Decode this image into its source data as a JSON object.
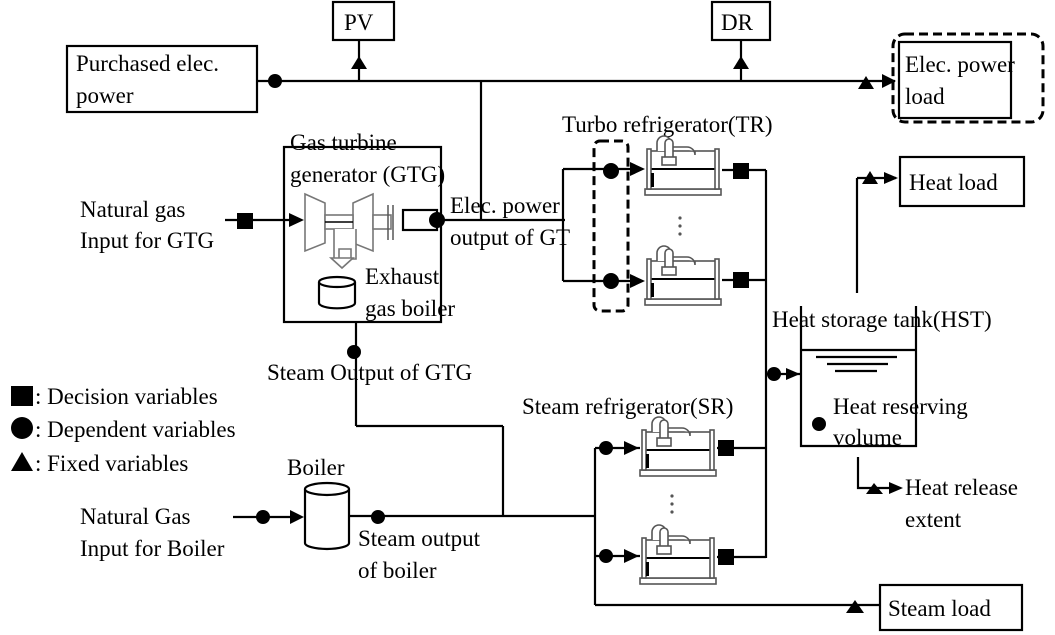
{
  "diagram": {
    "nodes": {
      "pv": "PV",
      "dr": "DR",
      "purchased_line1": "Purchased elec.",
      "purchased_line2": "power",
      "elec_load_line1": "Elec. power",
      "elec_load_line2": "load",
      "gtg_line1": "Gas turbine",
      "gtg_line2": "generator (GTG)",
      "ng_gtg_line1": "Natural gas",
      "ng_gtg_line2": "Input for GTG",
      "elec_out_line1": "Elec. power",
      "elec_out_line2": "output of GT",
      "exhaust_line1": "Exhaust",
      "exhaust_line2": "gas boiler",
      "turbo": "Turbo refrigerator(TR)",
      "heat_load": "Heat load",
      "hst": "Heat storage tank(HST)",
      "heat_res_line1": "Heat reserving",
      "heat_res_line2": "volume",
      "steam_gtg": "Steam Output of GTG",
      "steam_ref": "Steam refrigerator(SR)",
      "boiler": "Boiler",
      "ng_boiler_line1": "Natural Gas",
      "ng_boiler_line2": "Input for Boiler",
      "steam_boiler_line1": "Steam output",
      "steam_boiler_line2": "of boiler",
      "heat_release_line1": "Heat release",
      "heat_release_line2": "extent",
      "steam_load": "Steam load"
    },
    "legend": [
      {
        "symbol": "square",
        "label": ": Decision variables"
      },
      {
        "symbol": "circle",
        "label": ": Dependent variables"
      },
      {
        "symbol": "triangle",
        "label": ": Fixed variables"
      }
    ]
  }
}
